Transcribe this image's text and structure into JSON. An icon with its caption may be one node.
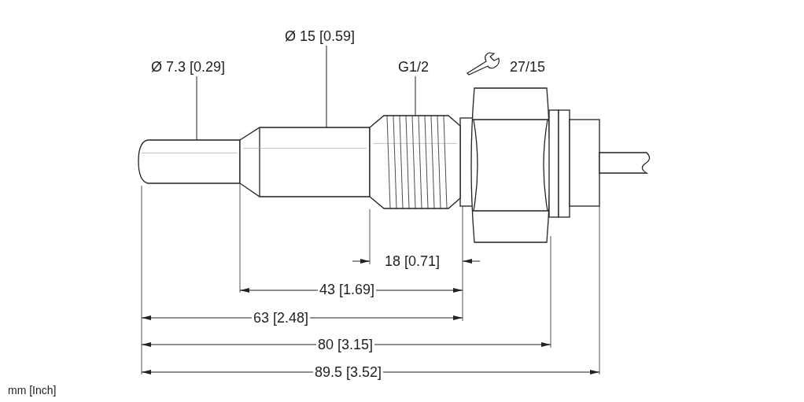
{
  "diagram": {
    "nodes": [
      {
        "text": [
          "Ø 7.3 [0.29]"
        ]
      },
      {
        "text": [
          "Ø 15 [0.59]"
        ]
      },
      {
        "text": [
          "G1/2"
        ]
      },
      {
        "text": [],
        "shape": "cylinder"
      },
      {
        "text": [],
        "shape": "cylinder"
      },
      {
        "text": [],
        "shape": "cylinder"
      }
    ],
    "edges": [
      {
        "from": 0,
        "to": 3,
        "arrow": "none"
      },
      {
        "from": 1,
        "to": 4,
        "arrow": "none"
      },
      {
        "from": 2,
        "to": 5,
        "arrow": "none"
      }
    ],
    "labels": [
      "27/15",
      "18 [0.71]",
      "43 [1.69]",
      "63 [2.48]",
      "80 [3.15]",
      "89.5 [3.52]",
      "mm [Inch]"
    ]
  }
}
